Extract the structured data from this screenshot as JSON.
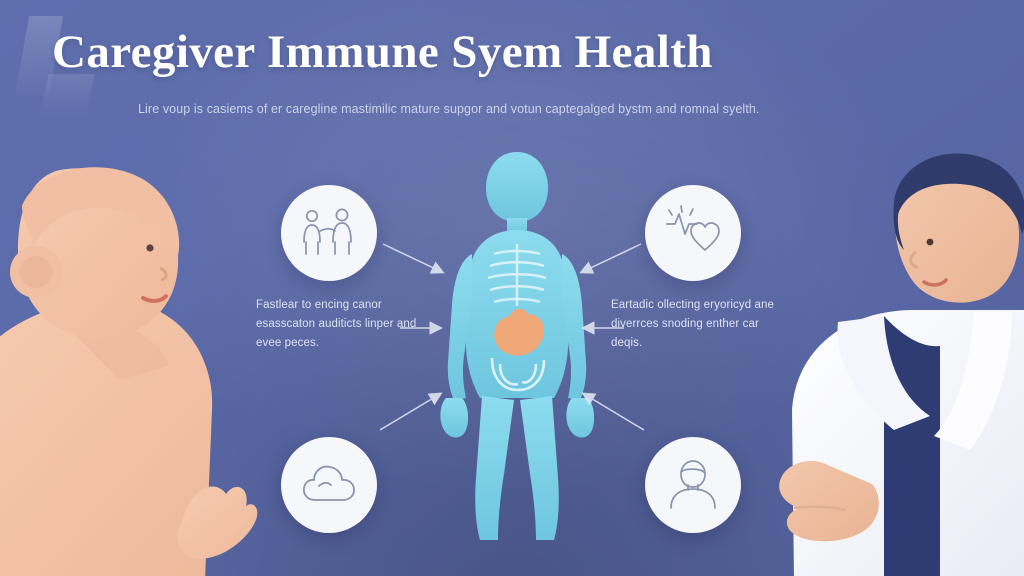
{
  "page": {
    "title": "Caregiver Immune Syem Health",
    "subtitle": "Lire voup is casiems of er caregline mastimilic mature supgor and votun captegalged bystm and romnal syelth.",
    "background_color": "#5a69a8",
    "accent_color": "#f6f7fb"
  },
  "figures": [
    {
      "name": "caregiver",
      "label": "caregiver-silhouette",
      "color": "#f3c2a8",
      "side": "left"
    },
    {
      "name": "doctor",
      "label": "doctor-silhouette",
      "color": "#f7f8fc",
      "side": "right"
    }
  ],
  "center": {
    "name": "human-body-anatomy",
    "body_color": "#7fd3e8",
    "organ_color": "#f0a878",
    "label": "immune-system-body-figure"
  },
  "nodes": [
    {
      "id": "top-left",
      "icon": "caregiver-support-icon",
      "description": "two people support"
    },
    {
      "id": "top-right",
      "icon": "heartbeat-care-icon",
      "description": "heart with pulse line"
    },
    {
      "id": "bottom-left",
      "icon": "cloud-stress-icon",
      "description": "cloud thought shape"
    },
    {
      "id": "bottom-right",
      "icon": "person-portrait-icon",
      "description": "single person bust"
    }
  ],
  "captions": {
    "left": "Fastlear to encing canor esasscaton auditicts linper and evee peces.",
    "right": "Eartadic ollecting eryoricyd ane diverrces snoding enther car deqis."
  },
  "arrows": [
    {
      "from": "top-left-node",
      "to": "body"
    },
    {
      "from": "top-right-node",
      "to": "body"
    },
    {
      "from": "left-caption",
      "to": "body"
    },
    {
      "from": "right-caption",
      "to": "body"
    },
    {
      "from": "bottom-left-node",
      "to": "body"
    },
    {
      "from": "bottom-right-node",
      "to": "body"
    }
  ]
}
